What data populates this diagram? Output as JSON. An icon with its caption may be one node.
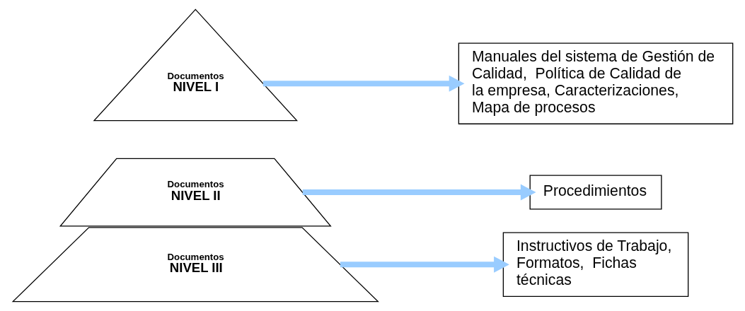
{
  "diagram": {
    "nodes": [
      {
        "text": [
          "Documentos",
          "NIVEL I"
        ]
      },
      {
        "text": [
          "Documentos",
          "NIVEL II"
        ]
      },
      {
        "text": [
          "Documentos",
          "NIVEL III"
        ]
      },
      {
        "text": [
          "Manuales del sistema de Gestión de Calidad,  Política de Calidad de la empresa, Caracterizaciones, Mapa de procesos"
        ]
      },
      {
        "text": [
          "Procedimientos"
        ]
      },
      {
        "text": [
          "Instructivos de Trabajo, Formatos,  Fichas técnicas"
        ]
      }
    ],
    "edges": [
      {
        "from": 0,
        "to": 3,
        "arrow": "to"
      },
      {
        "from": 1,
        "to": 4,
        "arrow": "to"
      },
      {
        "from": 2,
        "to": 5,
        "arrow": "to"
      }
    ]
  }
}
